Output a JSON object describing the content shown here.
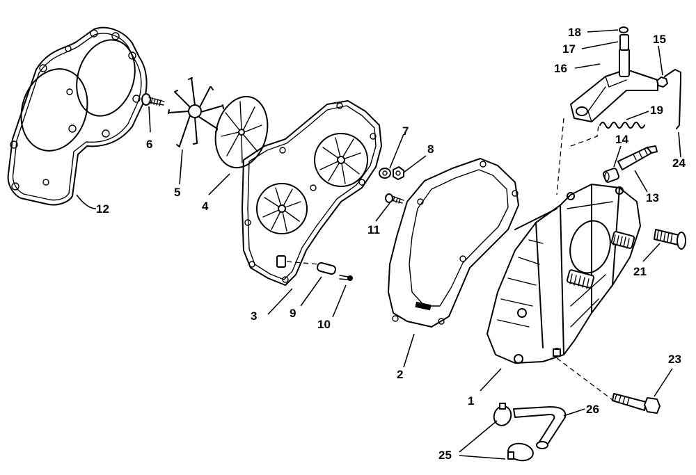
{
  "callouts": {
    "c1": "1",
    "c2": "2",
    "c3": "3",
    "c4": "4",
    "c5": "5",
    "c6": "6",
    "c7": "7",
    "c8": "8",
    "c9": "9",
    "c10": "10",
    "c11": "11",
    "c12": "12",
    "c13": "13",
    "c14": "14",
    "c15": "15",
    "c16": "16",
    "c17": "17",
    "c18": "18",
    "c19": "19",
    "c21": "21",
    "c23": "23",
    "c24": "24",
    "c25": "25",
    "c26": "26"
  }
}
